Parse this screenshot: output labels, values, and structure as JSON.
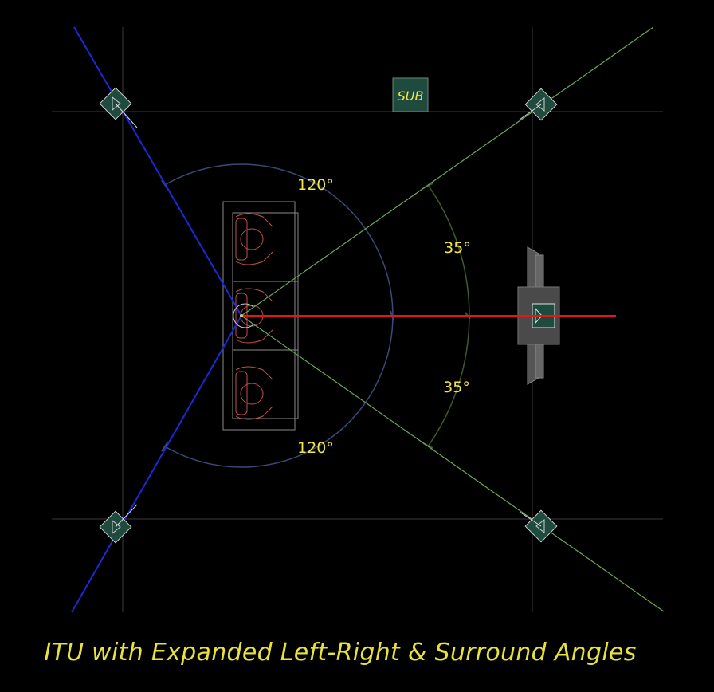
{
  "diagram": {
    "subwoofer_label": "SUB",
    "angle_labels": {
      "surround_upper": "120°",
      "surround_lower": "120°",
      "front_upper": "35°",
      "front_lower": "35°"
    },
    "caption": "ITU with Expanded Left-Right & Surround Angles"
  },
  "colors": {
    "background": "#000000",
    "grid": "#3a3a3a",
    "surround_axis": "#1a2ad8",
    "front_axis": "#6aa84f",
    "center_axis": "#e01818",
    "arc_surround": "#3a4a78",
    "arc_front": "#3f5a2e",
    "speaker_fill": "#1f4a3e",
    "furniture": "#8a8a8a",
    "seat_figure": "#c0504d",
    "label": "#f2e64a"
  }
}
